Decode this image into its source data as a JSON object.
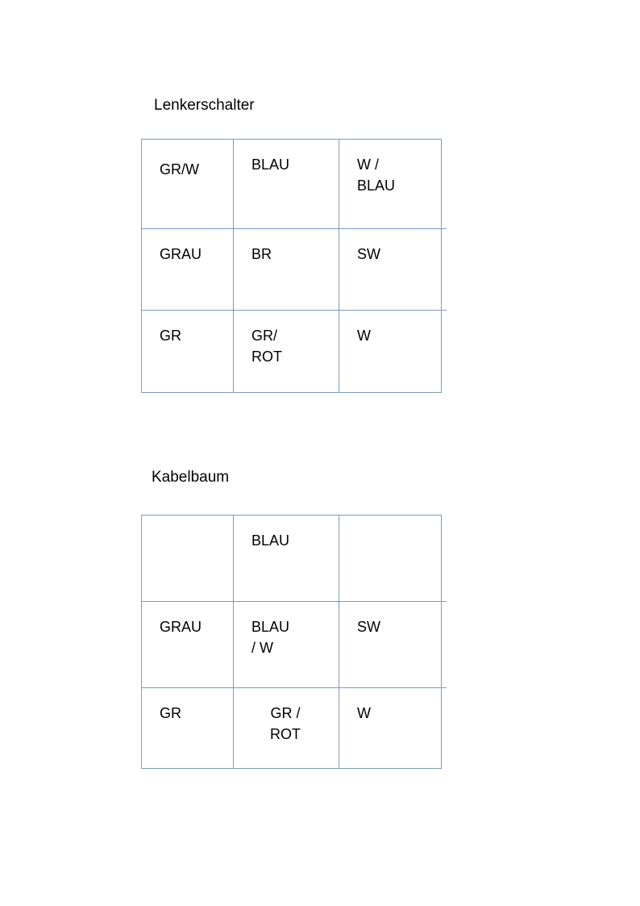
{
  "colors": {
    "table_border": "#7b9bbd",
    "text": "#000000",
    "background": "#ffffff"
  },
  "lenkerschalter": {
    "title": "Lenkerschalter",
    "cells": [
      "GR/W",
      "BLAU",
      "W /\nBLAU",
      "GRAU",
      "BR",
      "SW",
      "GR",
      "GR/\nROT",
      "W"
    ]
  },
  "kabelbaum": {
    "title": "Kabelbaum",
    "cells": [
      "",
      "BLAU",
      "",
      "GRAU",
      "BLAU\n/ W",
      "SW",
      "GR",
      "GR /\nROT",
      "W"
    ]
  }
}
